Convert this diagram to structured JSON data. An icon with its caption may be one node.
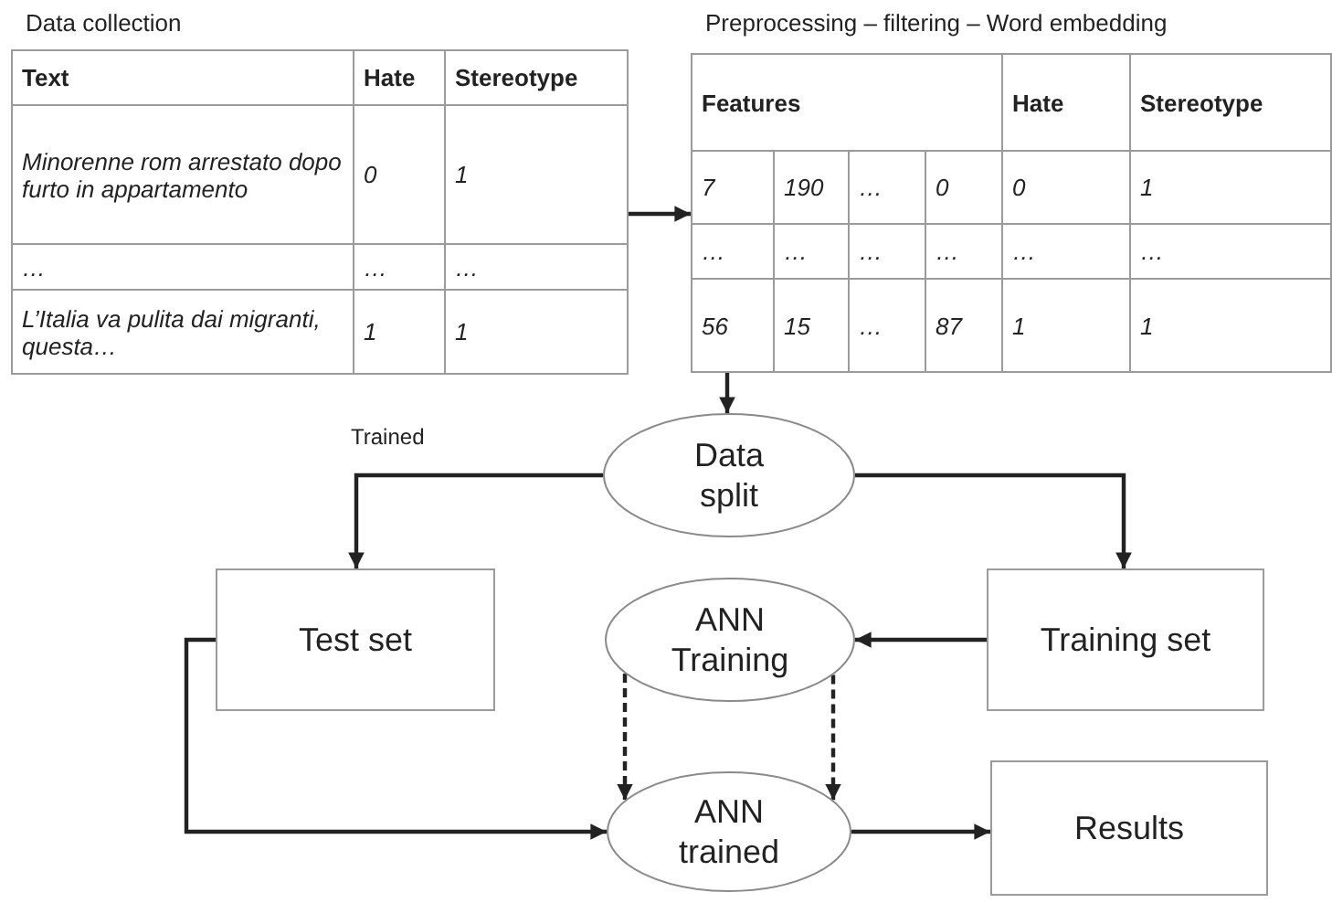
{
  "diagram": {
    "nodes": [
      {
        "text": [
          "Data collection",
          "Text",
          "Hate",
          "Stereotype",
          "Minorenne rom arrestato dopo furto in appartamento",
          "0",
          "1",
          "…",
          "…",
          "…",
          "L’Italia va pulita dai migranti, questa…",
          "1",
          "1"
        ]
      },
      {
        "text": [
          "Preprocessing – filtering – Word embedding",
          "Features",
          "Hate",
          "Stereotype",
          "7",
          "190",
          "…",
          "0",
          "0",
          "1",
          "…",
          "…",
          "…",
          "…",
          "…",
          "…",
          "56",
          "15",
          "…",
          "87",
          "1",
          "1"
        ]
      },
      {
        "text": [
          "Data split"
        ]
      },
      {
        "text": [
          "Test set"
        ]
      },
      {
        "text": [
          "ANN Training"
        ]
      },
      {
        "text": [
          "Training set"
        ]
      },
      {
        "text": [
          "ANN trained"
        ]
      },
      {
        "text": [
          "Results"
        ]
      }
    ],
    "edges": [
      {
        "from": 0,
        "to": 1,
        "arrow": "to"
      },
      {
        "from": 1,
        "to": 2,
        "arrow": "to"
      },
      {
        "from": 2,
        "to": 3,
        "arrow": "to",
        "label": "Trained"
      },
      {
        "from": 2,
        "to": 5,
        "arrow": "to"
      },
      {
        "from": 5,
        "to": 4,
        "arrow": "to"
      },
      {
        "from": 4,
        "to": 6,
        "arrow": "to",
        "style": "dashed"
      },
      {
        "from": 4,
        "to": 6,
        "arrow": "to",
        "style": "dashed"
      },
      {
        "from": 3,
        "to": 6,
        "arrow": "to"
      },
      {
        "from": 6,
        "to": 7,
        "arrow": "to"
      }
    ]
  }
}
